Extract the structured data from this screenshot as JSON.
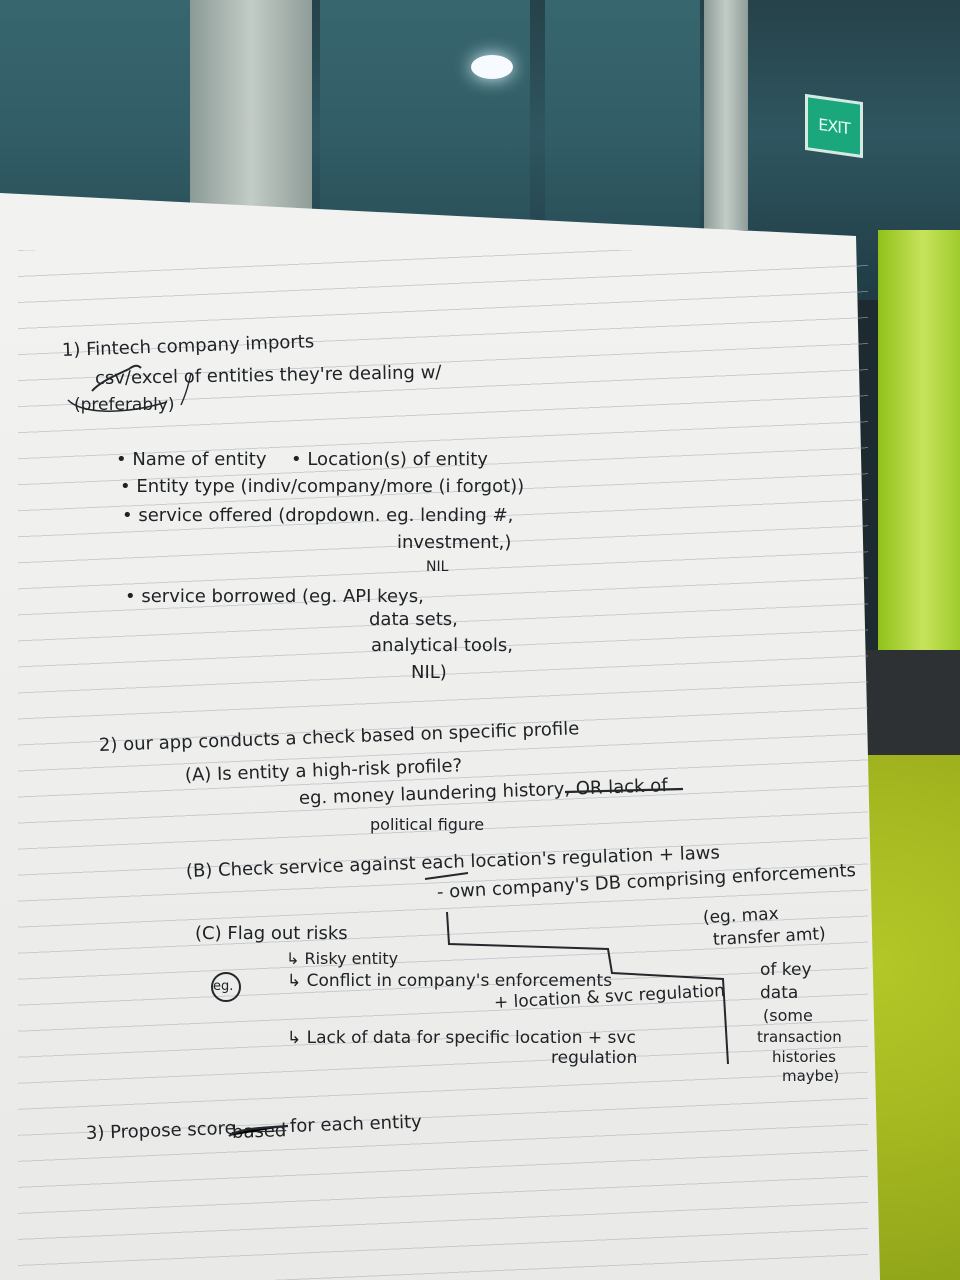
{
  "exit_sign": "EXIT",
  "notes": {
    "section1": {
      "line1": "1) Fintech company imports",
      "line2": "csv/excel of entities they're dealing w/",
      "line3": "(preferably)",
      "bullet1": "• Name of entity",
      "bullet2": "• Location(s) of entity",
      "bullet3": "• Entity type (indiv/company/more (i forgot))",
      "bullet4": "• service offered (dropdown. eg. lending #,",
      "bullet4_cont1": "investment,)",
      "bullet4_cont2": "NIL",
      "bullet5": "• service borrowed (eg. API keys,",
      "bullet5_cont1": "data sets,",
      "bullet5_cont2": "analytical tools,",
      "bullet5_cont3": "NIL)"
    },
    "section2": {
      "line1": "2) our app conducts a check based on specific profile",
      "a_line": "(A) Is entity a high-risk profile?",
      "a_eg": "eg. money laundering history, OR lack of",
      "a_eg2": "political figure",
      "b_line": "(B) Check service against each location's regulation + laws",
      "b_sub": "- own company's DB comprising enforcements",
      "b_side1": "(eg. max",
      "b_side2": "transfer amt)",
      "c_line": "(C) Flag out risks",
      "c_item1": "↳ Risky entity",
      "c_item2": "↳ Conflict in company's enforcements",
      "c_item3": "+ location & svc regulation",
      "c_item4": "↳ Lack of data for specific location + svc",
      "c_item5": "regulation",
      "eg_circle": "eg.",
      "side1": "of key",
      "side2": "data",
      "side3": "(some",
      "side4": "transaction",
      "side5": "histories",
      "side6": "maybe)"
    },
    "section3": {
      "line1": "3) Propose score",
      "line1_struck": "based",
      "line1_end": "for each entity"
    }
  }
}
